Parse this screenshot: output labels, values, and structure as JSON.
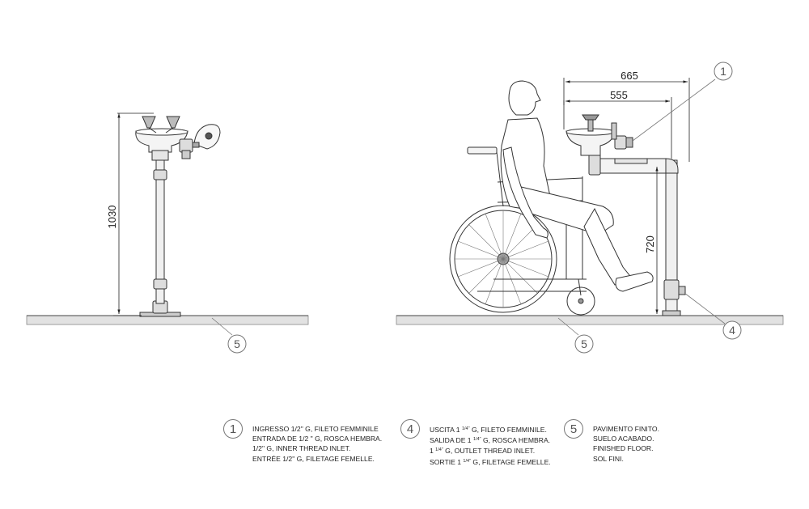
{
  "dimensions": {
    "height_total": "1030",
    "height_inlet": "720",
    "depth_outer": "665",
    "depth_inner": "555"
  },
  "callouts": {
    "inlet": "1",
    "outlet": "4",
    "floor": "5"
  },
  "legend": [
    {
      "number": "1",
      "lines": [
        {
          "pre": "INGRESSO 1/2\" G, FILETO FEMMINILE",
          "sup": "",
          "post": ""
        },
        {
          "pre": "ENTRADA DE 1/2 \" G, ROSCA HEMBRA.",
          "sup": "",
          "post": ""
        },
        {
          "pre": "1/2\" G, INNER THREAD INLET.",
          "sup": "",
          "post": ""
        },
        {
          "pre": "ENTRÉE 1/2\" G, FILETAGE FEMELLE.",
          "sup": "",
          "post": ""
        }
      ]
    },
    {
      "number": "4",
      "lines": [
        {
          "pre": "USCITA 1 ",
          "sup": "1/4\"",
          "post": " G, FILETO FEMMINILE."
        },
        {
          "pre": "SALIDA DE 1 ",
          "sup": "1/4\"",
          "post": " G, ROSCA HEMBRA."
        },
        {
          "pre": "1 ",
          "sup": "1/4\"",
          "post": " G, OUTLET THREAD INLET."
        },
        {
          "pre": "SORTIE 1 ",
          "sup": "1/4\"",
          "post": " G, FILETAGE FEMELLE."
        }
      ]
    },
    {
      "number": "5",
      "lines": [
        {
          "pre": "PAVIMENTO FINITO.",
          "sup": "",
          "post": ""
        },
        {
          "pre": "SUELO ACABADO.",
          "sup": "",
          "post": ""
        },
        {
          "pre": "FINISHED FLOOR.",
          "sup": "",
          "post": ""
        },
        {
          "pre": "SOL FINI.",
          "sup": "",
          "post": ""
        }
      ]
    }
  ]
}
